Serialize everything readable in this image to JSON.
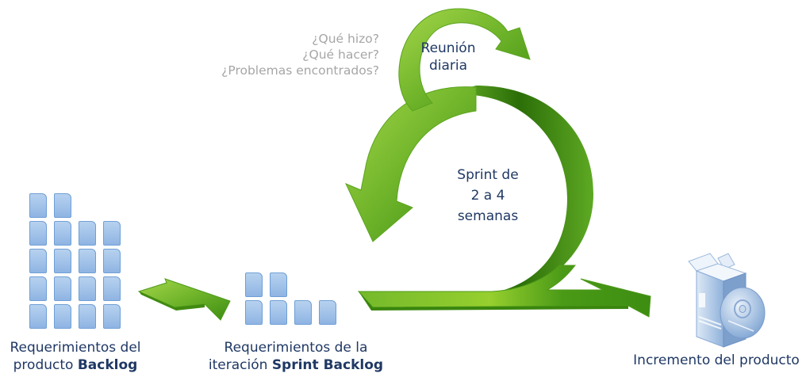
{
  "diagram": {
    "title": "Scrum process",
    "product_backlog": {
      "label_line1": "Requerimientos del",
      "label_line2_prefix": "producto",
      "label_line2_bold": "Backlog",
      "cards_rows": [
        2,
        4,
        4,
        4,
        4
      ]
    },
    "sprint_backlog": {
      "label_line1": "Requerimientos de la",
      "label_line2_prefix": "iteración",
      "label_line2_bold": "Sprint Backlog",
      "cards_rows": [
        2,
        4
      ]
    },
    "daily_meeting": {
      "label_line1": "Reunión",
      "label_line2": "diaria",
      "questions": [
        "¿Qué hizo?",
        "¿Qué hacer?",
        "¿Problemas encontrados?"
      ]
    },
    "sprint": {
      "label_line1": "Sprint de",
      "label_line2": "2 a 4",
      "label_line3": "semanas"
    },
    "increment": {
      "label": "Incremento del producto",
      "icon": "software-box-cd-icon"
    },
    "colors": {
      "arrow_green_light": "#8cc63f",
      "arrow_green_dark": "#2f7d0a",
      "text_navy": "#1f3864",
      "text_gray": "#a6a6a6",
      "card_blue": "#9dbfe8"
    }
  }
}
